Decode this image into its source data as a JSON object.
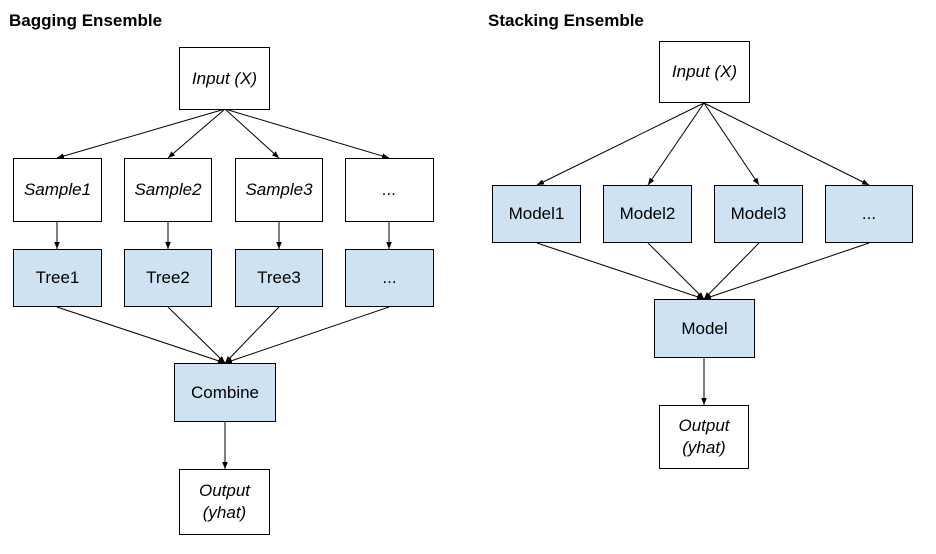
{
  "bagging": {
    "title": "Bagging Ensemble",
    "input": "Input (X)",
    "samples": [
      "Sample1",
      "Sample2",
      "Sample3",
      "..."
    ],
    "trees": [
      "Tree1",
      "Tree2",
      "Tree3",
      "..."
    ],
    "combine": "Combine",
    "output": "Output\n(yhat)"
  },
  "stacking": {
    "title": "Stacking Ensemble",
    "input": "Input (X)",
    "models": [
      "Model1",
      "Model2",
      "Model3",
      "..."
    ],
    "meta_model": "Model",
    "output": "Output\n(yhat)"
  },
  "colors": {
    "node_fill_model": "#cfe2f3",
    "node_fill_plain": "#ffffff",
    "stroke": "#000000"
  }
}
